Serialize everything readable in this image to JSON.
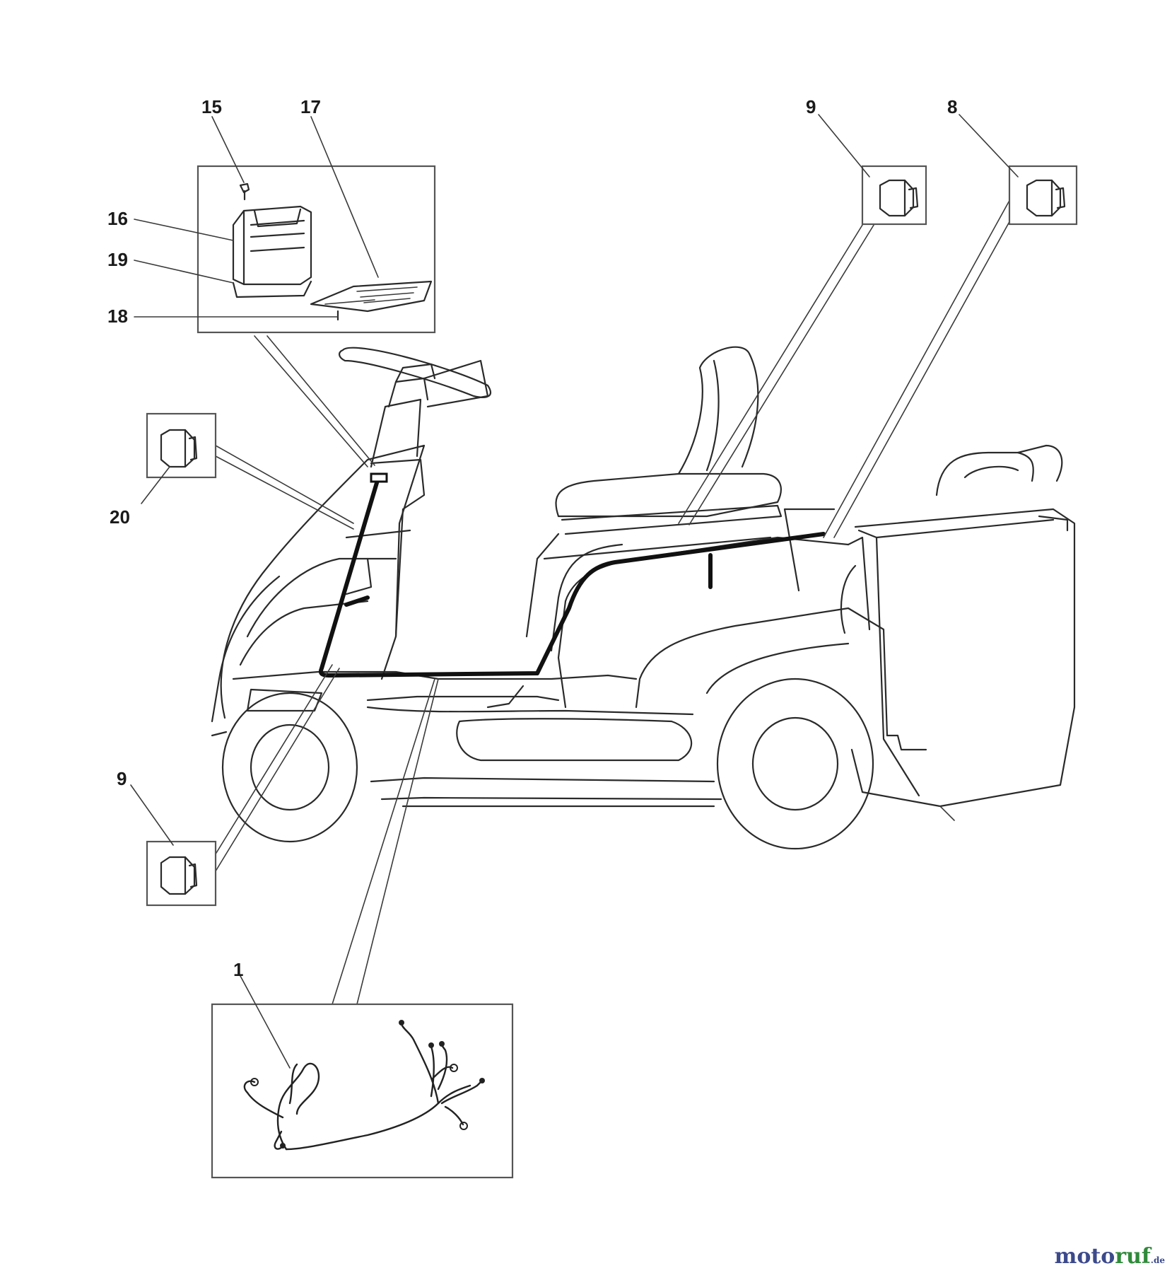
{
  "callouts": {
    "p15": "15",
    "p17": "17",
    "p16": "16",
    "p19": "19",
    "p18": "18",
    "p9_top": "9",
    "p8": "8",
    "p20": "20",
    "p9_bottom": "9",
    "p1": "1"
  },
  "watermark": {
    "part1": "moto",
    "part2": "ruf",
    "part3": ".de"
  },
  "colors": {
    "line": "#2a2a2a",
    "harness": "#111111",
    "watermark_blue": "#3c4a8c",
    "watermark_green": "#2f8a3a"
  }
}
